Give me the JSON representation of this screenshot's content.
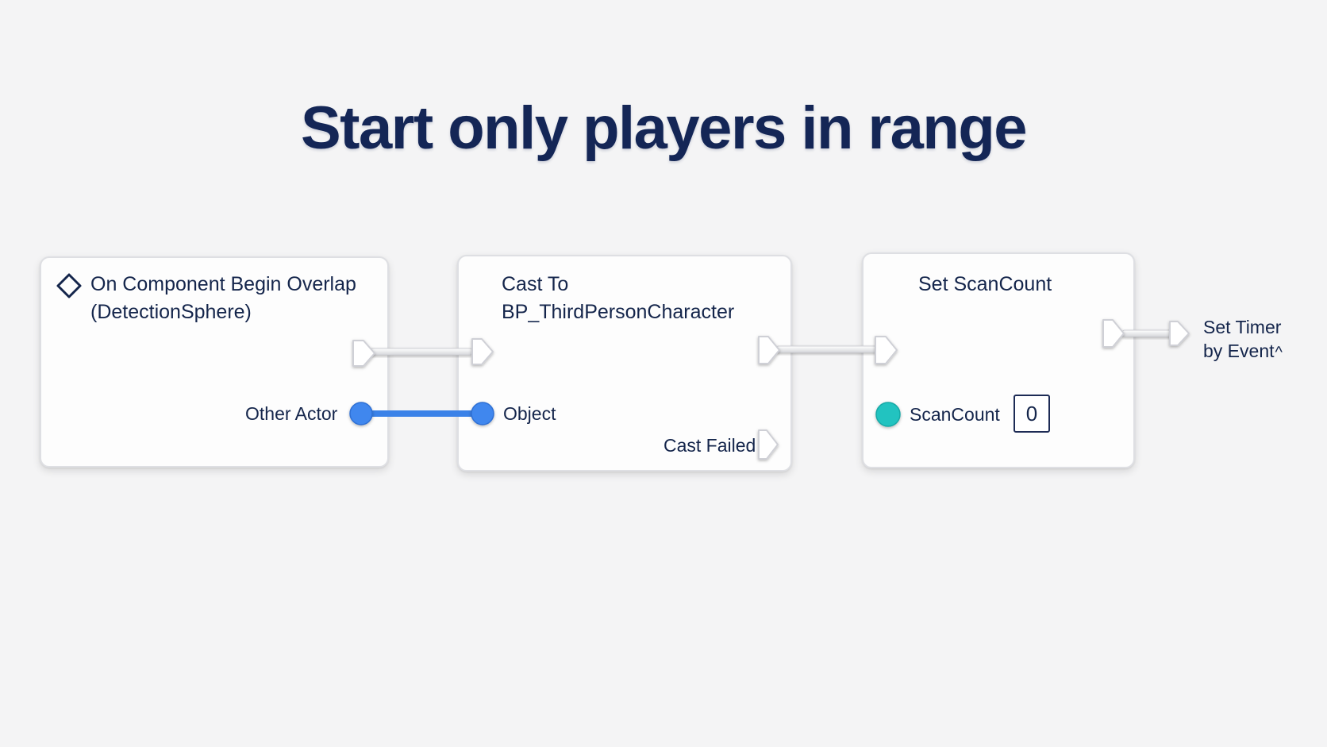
{
  "title": "Start only players in range",
  "nodes": {
    "overlap": {
      "title_line1": "On Component Begin Overlap",
      "title_line2": "(DetectionSphere)",
      "icon": "event-diamond-icon",
      "pins": {
        "other_actor": "Other Actor"
      }
    },
    "cast": {
      "title_line1": "Cast To",
      "title_line2": "BP_ThirdPersonCharacter",
      "pins": {
        "object": "Object",
        "cast_failed": "Cast Failed"
      }
    },
    "set_scancount": {
      "title": "Set ScanCount",
      "pins": {
        "scancount": "ScanCount",
        "scancount_value": "0"
      }
    }
  },
  "next_node": {
    "label_line1": "Set Timer",
    "label_line2": "by Event",
    "caret": "^"
  },
  "colors": {
    "object_wire": "#3b82e8",
    "integer_pin": "#22c3c0",
    "exec_pin": "#ffffff",
    "text": "#14254b"
  }
}
